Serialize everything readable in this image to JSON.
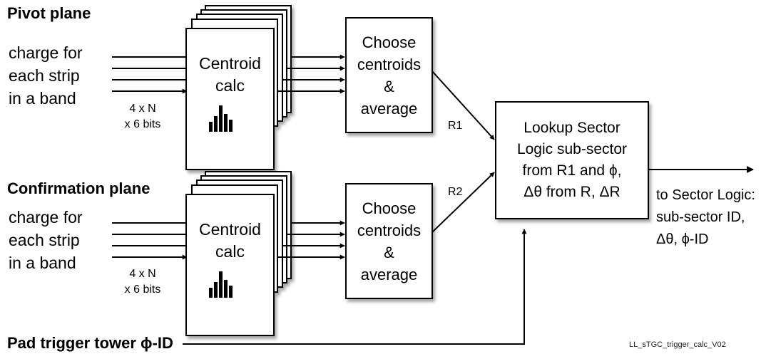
{
  "pivot": {
    "title": "Pivot plane",
    "input_lines": [
      "charge for",
      "each strip",
      "in a band"
    ],
    "bits_lines": [
      "4 x N",
      "x 6 bits"
    ],
    "centroid_lines": [
      "Centroid",
      "calc"
    ],
    "choose_lines": [
      "Choose",
      "centroids",
      "&",
      "average"
    ],
    "r_label": "R1"
  },
  "confirmation": {
    "title": "Confirmation plane",
    "input_lines": [
      "charge for",
      "each strip",
      "in a band"
    ],
    "bits_lines": [
      "4 x N",
      "x 6 bits"
    ],
    "centroid_lines": [
      "Centroid",
      "calc"
    ],
    "choose_lines": [
      "Choose",
      "centroids",
      "&",
      "average"
    ],
    "r_label": "R2"
  },
  "lookup_lines": [
    "Lookup Sector",
    "Logic sub-sector",
    "from R1 and ϕ,",
    "Δθ from R, ΔR"
  ],
  "output_lines": [
    "to Sector Logic:",
    "sub-sector ID,",
    "Δθ, ϕ-ID"
  ],
  "pad_trigger": "Pad trigger tower ϕ-ID",
  "version_label": "LL_sTGC_trigger_calc_V02"
}
